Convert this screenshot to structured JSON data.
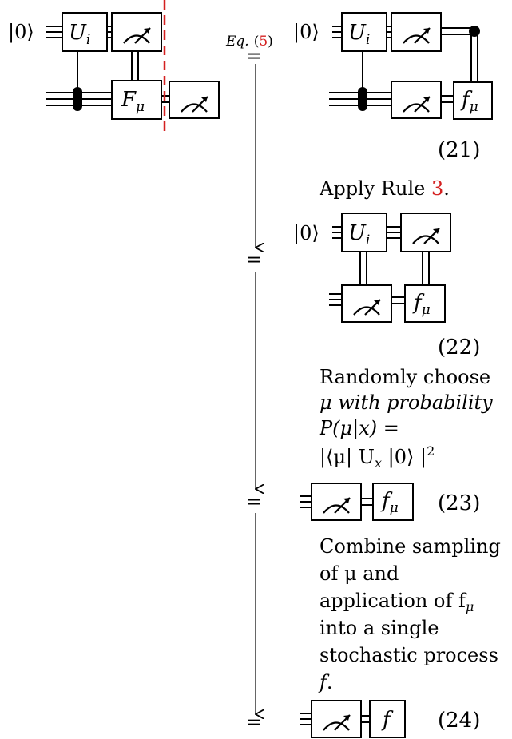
{
  "labels": {
    "ket0": "|0⟩",
    "Ui": "U",
    "Ui_sub": "i",
    "Fmu": "F",
    "fmu": "f",
    "mu_sub": "μ",
    "f": "f",
    "eq_ref_label": "Eq.",
    "eq_ref_open": "(",
    "eq_ref_num": "5",
    "eq_ref_close": ")",
    "equals": "="
  },
  "equations": {
    "eq21": "(21)",
    "eq22": "(22)",
    "eq23": "(23)",
    "eq24": "(24)"
  },
  "notes": {
    "rule_prefix": "Apply Rule ",
    "rule_num": "3",
    "rule_suffix": ".",
    "random_1": "Randomly choose",
    "random_2": "μ with probability",
    "random_3": "P(μ|x) =",
    "random_4": "|⟨μ| U",
    "random_4_sub": "x",
    "random_4_tail": " |0⟩ |",
    "random_4_sup": "2",
    "combine_1": "Combine sampling",
    "combine_2": "of μ and",
    "combine_3": "application of f",
    "combine_3_sub": "μ",
    "combine_4": "into a single",
    "combine_5": "stochastic process",
    "combine_6": "f",
    "combine_6_tail": "."
  },
  "colors": {
    "reference_red": "#d42020",
    "cut_line": "#d42020"
  }
}
